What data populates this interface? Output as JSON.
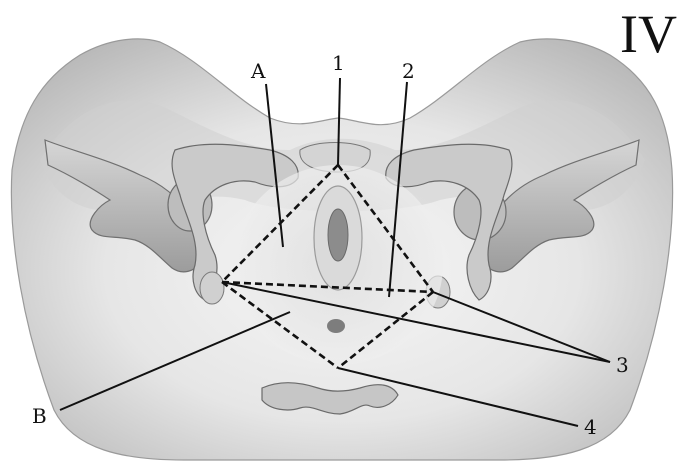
{
  "plate_number": "IV",
  "labels": {
    "region_a": "A",
    "region_b": "B",
    "point_1": "1",
    "point_2": "2",
    "point_3": "3",
    "point_4": "4"
  },
  "colors": {
    "skin_light": "#f2f2f2",
    "skin_mid": "#d2d2d2",
    "skin_dark": "#a8a8a8",
    "line": "#111111"
  }
}
